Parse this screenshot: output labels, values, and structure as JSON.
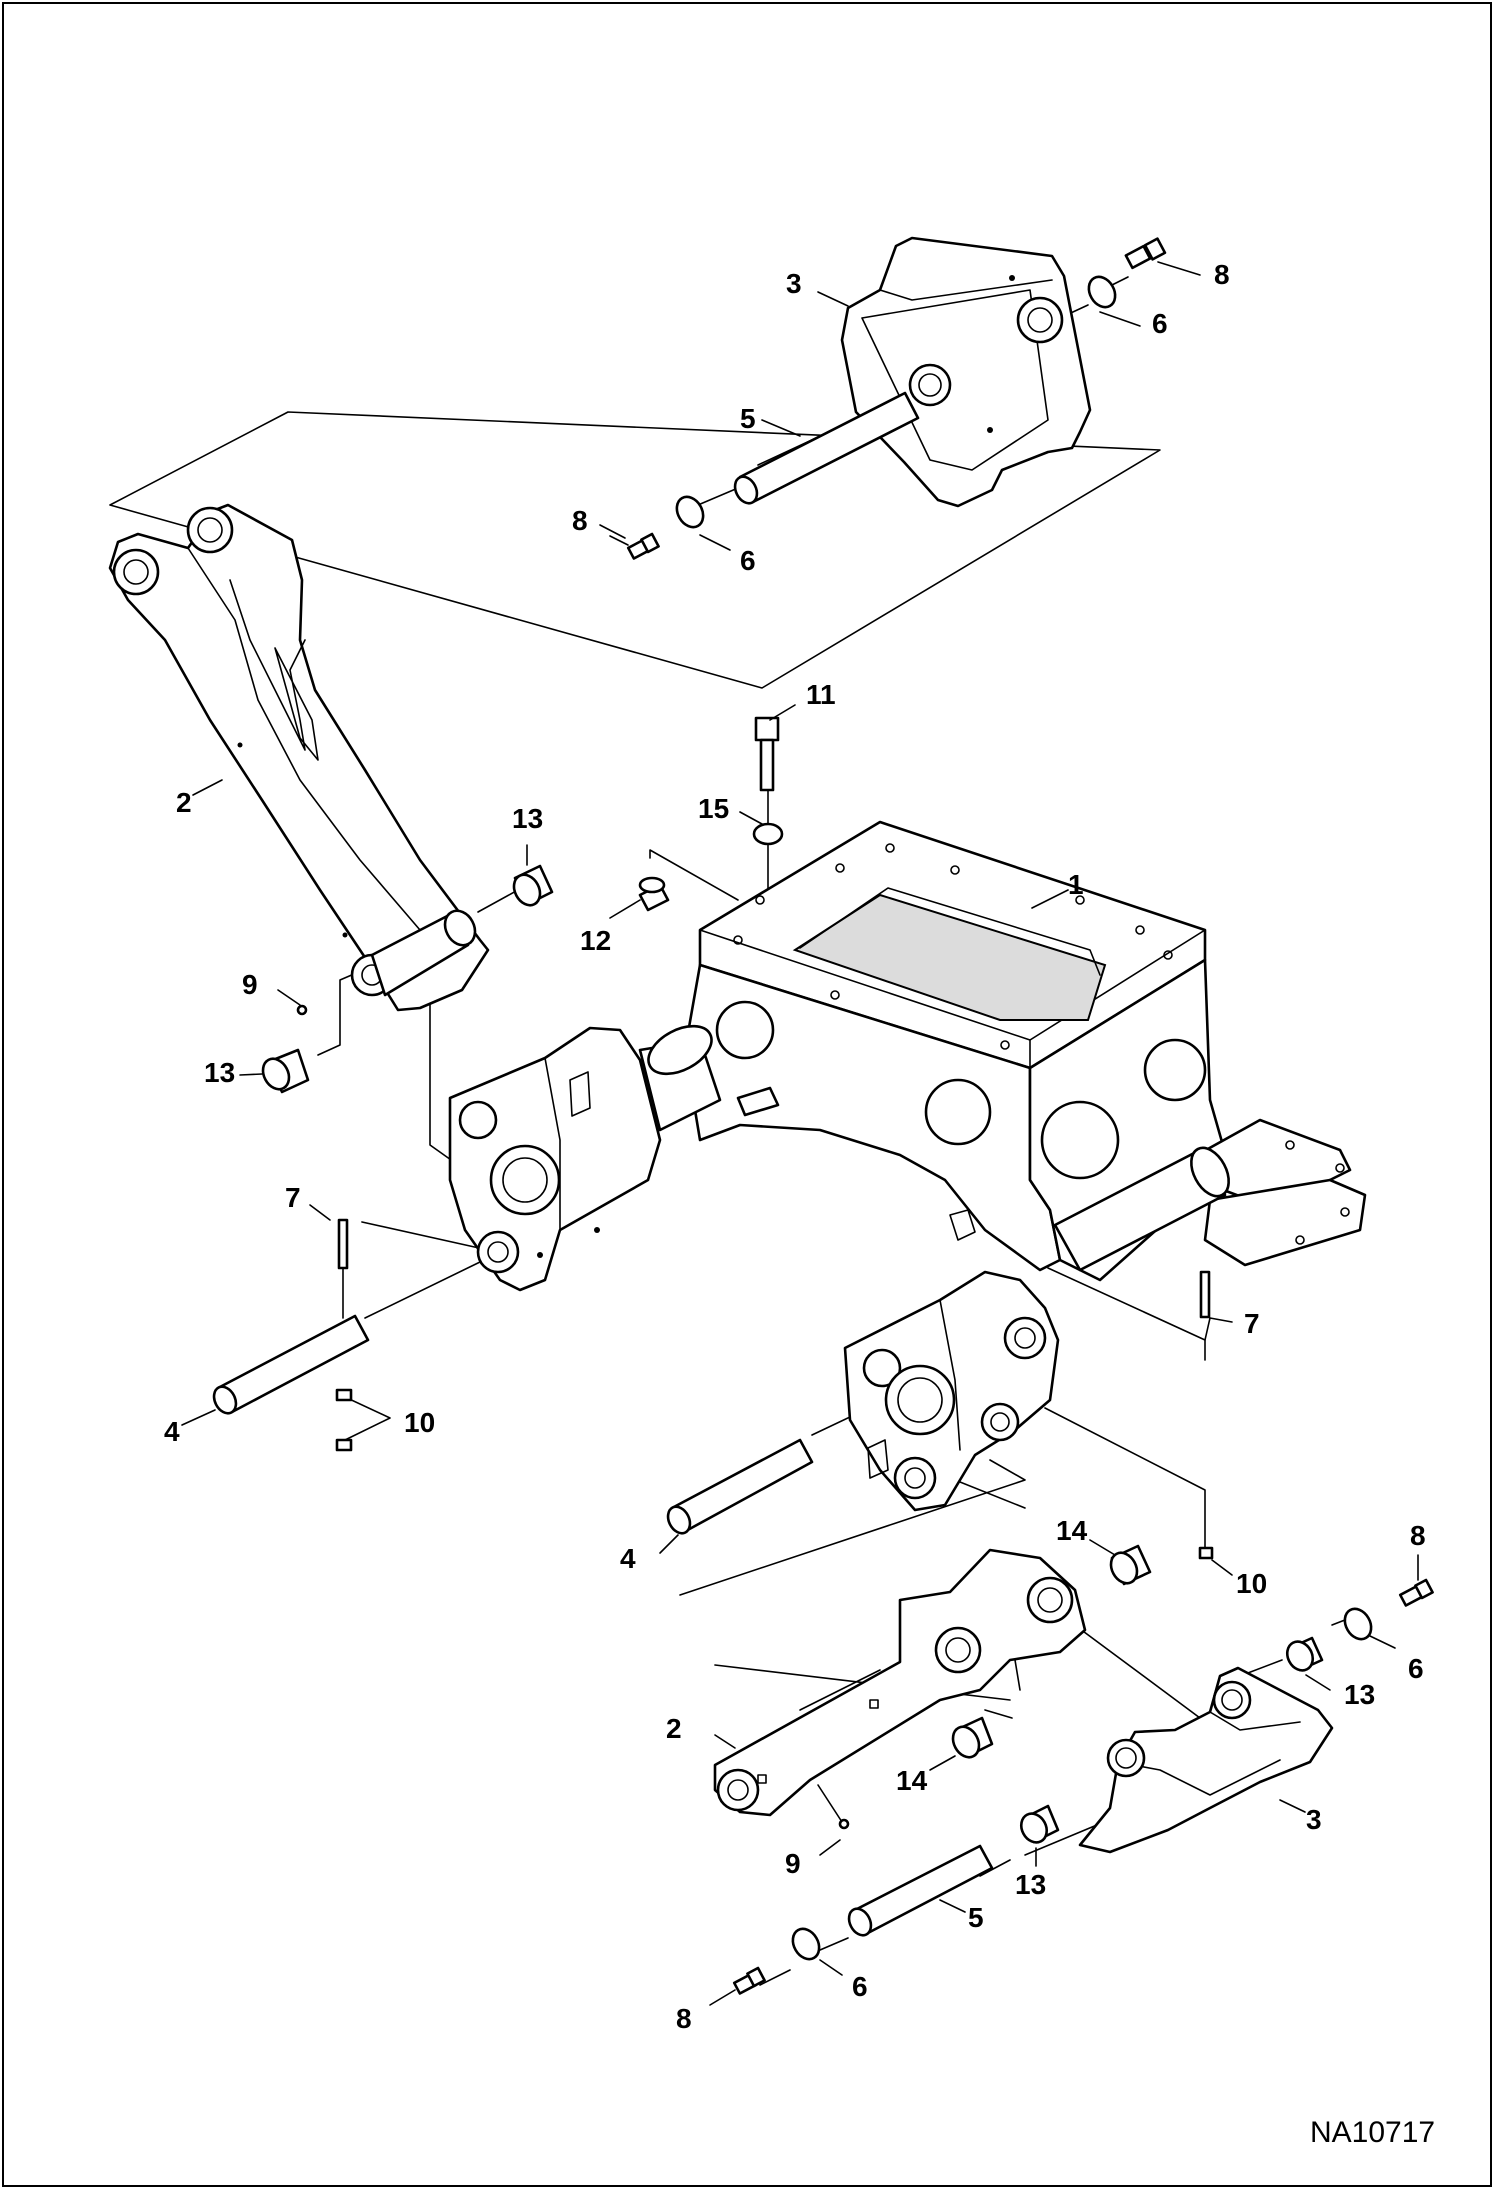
{
  "drawing_number": "NA10717",
  "callouts": [
    {
      "id": "callout-1",
      "text": "1"
    },
    {
      "id": "callout-2-upper",
      "text": "2"
    },
    {
      "id": "callout-2-lower",
      "text": "2"
    },
    {
      "id": "callout-3-upper",
      "text": "3"
    },
    {
      "id": "callout-3-lower",
      "text": "3"
    },
    {
      "id": "callout-4-left",
      "text": "4"
    },
    {
      "id": "callout-4-center",
      "text": "4"
    },
    {
      "id": "callout-5-upper",
      "text": "5"
    },
    {
      "id": "callout-5-lower",
      "text": "5"
    },
    {
      "id": "callout-6-upper-right",
      "text": "6"
    },
    {
      "id": "callout-6-upper-left",
      "text": "6"
    },
    {
      "id": "callout-6-lower-right",
      "text": "6"
    },
    {
      "id": "callout-6-lower-left",
      "text": "6"
    },
    {
      "id": "callout-7-left",
      "text": "7"
    },
    {
      "id": "callout-7-right",
      "text": "7"
    },
    {
      "id": "callout-8-upper-right",
      "text": "8"
    },
    {
      "id": "callout-8-upper-left",
      "text": "8"
    },
    {
      "id": "callout-8-lower-right",
      "text": "8"
    },
    {
      "id": "callout-8-lower-left",
      "text": "8"
    },
    {
      "id": "callout-9-upper",
      "text": "9"
    },
    {
      "id": "callout-9-lower",
      "text": "9"
    },
    {
      "id": "callout-10-left",
      "text": "10"
    },
    {
      "id": "callout-10-right",
      "text": "10"
    },
    {
      "id": "callout-11",
      "text": "11"
    },
    {
      "id": "callout-12",
      "text": "12"
    },
    {
      "id": "callout-13-upper",
      "text": "13"
    },
    {
      "id": "callout-13-left",
      "text": "13"
    },
    {
      "id": "callout-13-lower-right",
      "text": "13"
    },
    {
      "id": "callout-13-lower-center",
      "text": "13"
    },
    {
      "id": "callout-14-upper",
      "text": "14"
    },
    {
      "id": "callout-14-lower",
      "text": "14"
    },
    {
      "id": "callout-15",
      "text": "15"
    }
  ]
}
